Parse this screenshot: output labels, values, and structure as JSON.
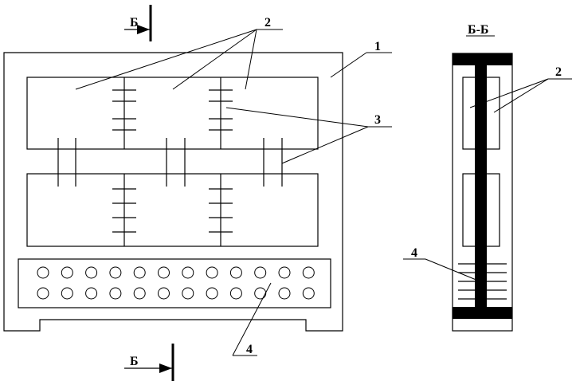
{
  "labels": {
    "section_top": "Б",
    "section_bottom": "Б",
    "section_title": "Б-Б",
    "callout_1": "1",
    "callout_2_front": "2",
    "callout_3": "3",
    "callout_4_front": "4",
    "callout_2_side": "2",
    "callout_4_side": "4"
  },
  "holes": {
    "rows": 2,
    "per_row": 12
  },
  "colors": {
    "ink": "#000000",
    "paper": "#ffffff"
  }
}
